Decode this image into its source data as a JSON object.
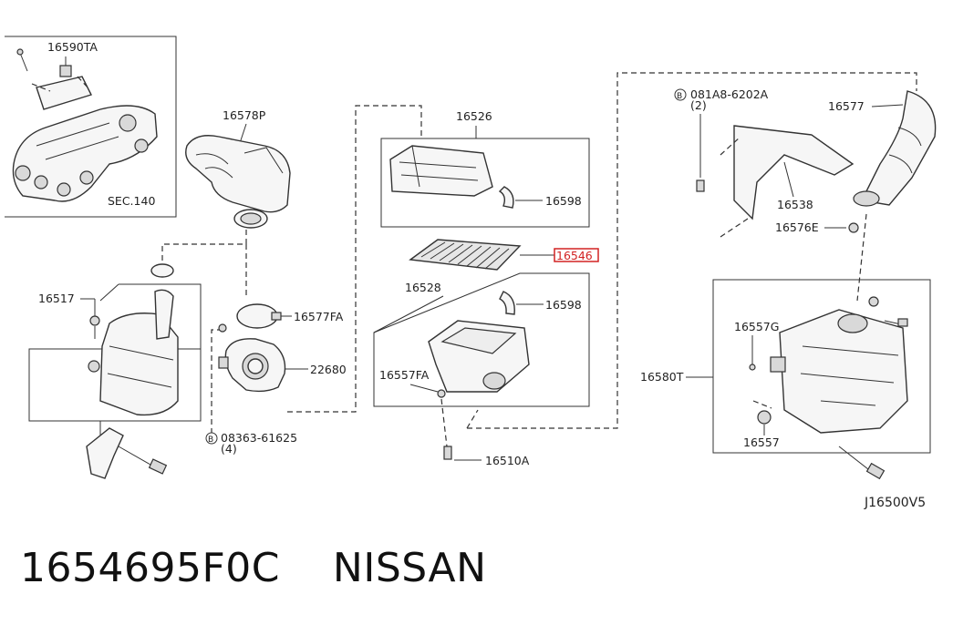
{
  "diagram": {
    "code": "J16500V5",
    "labels": {
      "p16590TA": "16590TA",
      "sec140": "SEC.140",
      "p16578P": "16578P",
      "p16526": "16526",
      "p16598a": "16598",
      "p16546": "16546",
      "p16528": "16528",
      "p16598b": "16598",
      "p16517": "16517",
      "p16577FA": "16577FA",
      "p22680": "22680",
      "p16557FA": "16557FA",
      "p16510A": "16510A",
      "bolt08363": "08363-61625",
      "qty4": "(4)",
      "bolt081A8": "081A8-6202A",
      "qty2": "(2)",
      "p16577": "16577",
      "p16538": "16538",
      "p16576E": "16576E",
      "p16557G": "16557G",
      "p16580T": "16580T",
      "p16557": "16557",
      "circleB": "B"
    },
    "highlight_color": "#d22222"
  },
  "footer": {
    "title": "1654695F0C    NISSAN"
  }
}
